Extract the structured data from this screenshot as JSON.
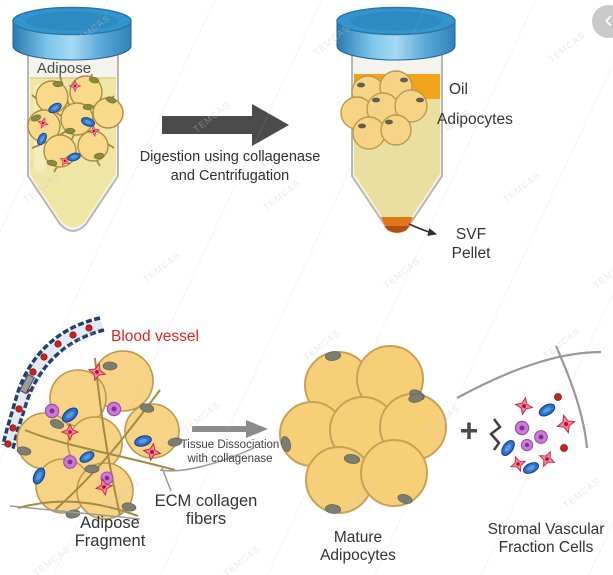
{
  "figure": {
    "top": {
      "left_tube": {
        "label": "Adipose"
      },
      "process_arrow": {
        "line1": "Digestion using collagenase",
        "line2": "and Centrifugation"
      },
      "right_tube": {
        "oil": "Oil",
        "adipocytes": "Adipocytes",
        "pellet_line1": "SVF",
        "pellet_line2": "Pellet"
      }
    },
    "bottom": {
      "blood_vessel": "Blood vessel",
      "fragment_line1": "Adipose",
      "fragment_line2": "Fragment",
      "process_arrow_line1": "Tissue Dissociation",
      "process_arrow_line2": "with collagenase",
      "ecm_line1": "ECM collagen",
      "ecm_line2": "fibers",
      "mature_line1": "Mature",
      "mature_line2": "Adipocytes",
      "plus": "+",
      "svf_line1": "Stromal Vascular",
      "svf_line2": "Fraction Cells"
    }
  },
  "nav": {
    "prev_icon": "‹"
  },
  "watermark": {
    "text": "TEMCAS"
  },
  "colors": {
    "cap_blue": "#3494ce",
    "oil_orange": "#f3a31b",
    "adipocyte_yellow": "#f6d385",
    "liquid_yellow": "#efe5a4",
    "svf_pellet_orange": "#e2761b",
    "blood_red": "#cc1f1f",
    "vessel_navy": "#20406f",
    "purple_cell": "#cd7ad6",
    "blue_cell": "#2e74cc",
    "star_pink": "#f2849b",
    "arrow_gray": "#4b4b4b",
    "label_red": "#e8231f"
  }
}
